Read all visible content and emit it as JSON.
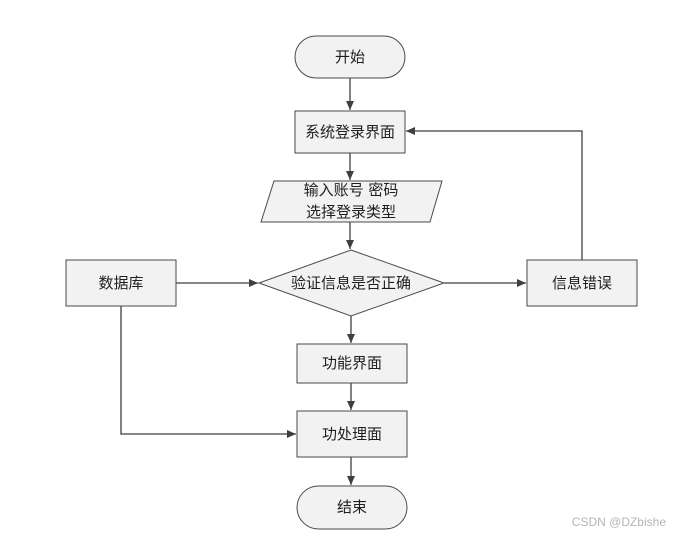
{
  "nodes": {
    "start": "开始",
    "login": "系统登录界面",
    "input_line1": "输入账号 密码",
    "input_line2": "选择登录类型",
    "verify": "验证信息是否正确",
    "database": "数据库",
    "error": "信息错误",
    "function_ui": "功能界面",
    "process": "功处理面",
    "end": "结束"
  },
  "watermark": "CSDN @DZbishe"
}
